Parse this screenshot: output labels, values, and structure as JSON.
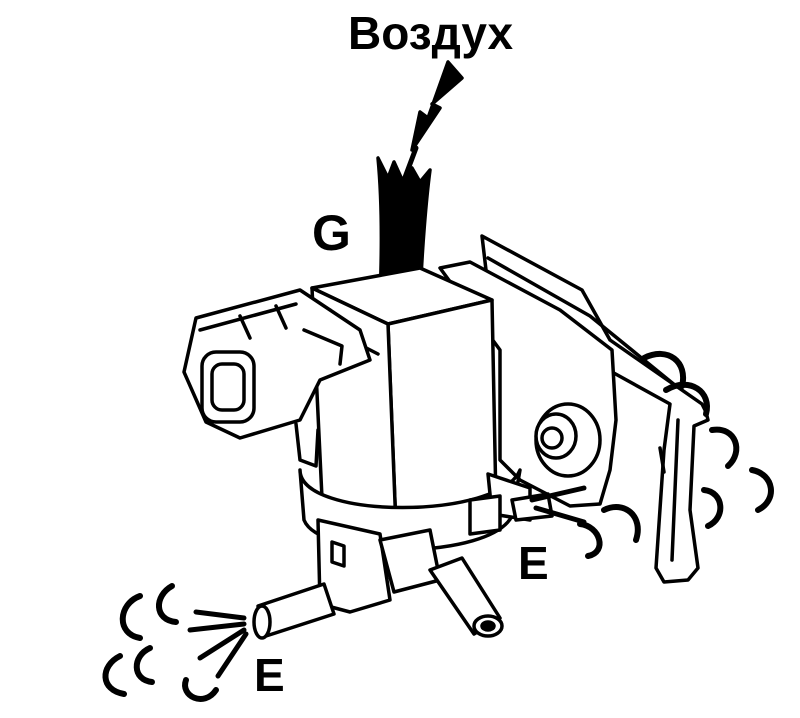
{
  "diagram": {
    "title": "Воздух",
    "labels": {
      "port_g": "G",
      "port_e_right": "E",
      "port_e_left": "E"
    },
    "colors": {
      "ink": "#000000",
      "paper": "#ffffff"
    }
  }
}
